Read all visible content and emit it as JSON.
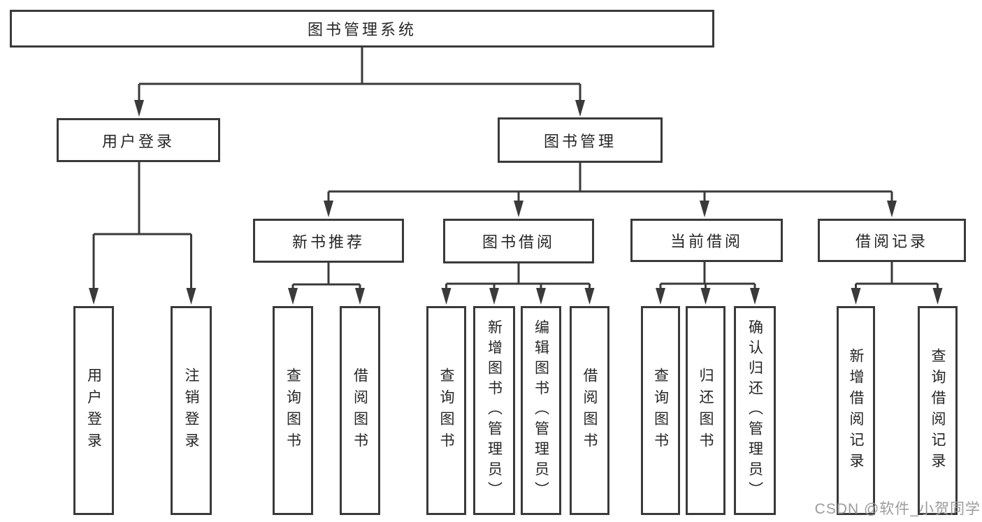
{
  "palette": {
    "line": "#3a3a3a",
    "text": "#262626",
    "watermark_color": "#9b9b9b",
    "background": "#ffffff"
  },
  "watermark": {
    "text": "CSDN @软件_小贺同学"
  },
  "tree": {
    "label": "图书管理系统",
    "children": [
      {
        "label": "用户登录",
        "children": [
          {
            "label": "用户登录"
          },
          {
            "label": "注销登录"
          }
        ]
      },
      {
        "label": "图书管理",
        "children": [
          {
            "label": "新书推荐",
            "children": [
              {
                "label": "查询图书"
              },
              {
                "label": "借阅图书"
              }
            ]
          },
          {
            "label": "图书借阅",
            "children": [
              {
                "label": "查询图书"
              },
              {
                "label": "新增图书（管理员）"
              },
              {
                "label": "编辑图书（管理员）"
              },
              {
                "label": "借阅图书"
              }
            ]
          },
          {
            "label": "当前借阅",
            "children": [
              {
                "label": "查询图书"
              },
              {
                "label": "归还图书"
              },
              {
                "label": "确认归还（管理员）"
              }
            ]
          },
          {
            "label": "借阅记录",
            "children": [
              {
                "label": "新增借阅记录"
              },
              {
                "label": "查询借阅记录"
              }
            ]
          }
        ]
      }
    ]
  }
}
